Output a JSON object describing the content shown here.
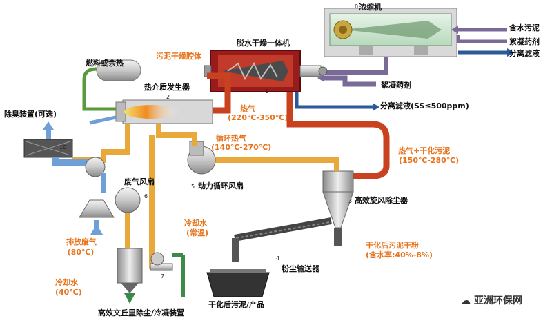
{
  "title": "脱水干燥一体机",
  "labels": {
    "concentrator": "浓缩机",
    "concentrator_num": "0",
    "wet_sludge": "含水污泥",
    "flocculant_top": "絮凝药剂",
    "filtrate_top": "分离滤液",
    "flocculant_mid": "絮凝药剂",
    "filtrate_mid": "分离滤液(SS≤500ppm)",
    "sludge_chamber": "污泥干燥腔体",
    "fuel": "燃料或余热",
    "heat_generator": "热介质发生器",
    "hot_gas": "热气",
    "hot_gas_temp": "(220℃-350℃)",
    "deodorizer": "除臭装置(可选)",
    "circ_gas": "循环热气",
    "circ_gas_temp": "(140℃-270℃)",
    "hot_gas_sludge": "热气+干化污泥",
    "hot_gas_sludge_temp": "(150℃-280℃)",
    "exhaust_fan": "废气风扇",
    "circ_fan": "动力循环风扇",
    "cyclone": "高效旋风除尘器",
    "exhaust_gas": "排放废气",
    "exhaust_temp": "(80℃)",
    "cooling_water_top": "冷却水",
    "cooling_water_top_note": "(常温)",
    "dried_powder": "干化后污泥干粉",
    "moisture": "(含水率:40%-8%)",
    "conveyor": "粉尘输送器",
    "cooling_water_bottom": "冷却水",
    "cooling_water_bottom_temp": "(40℃)",
    "venturi": "高效文丘里除尘/冷凝装置",
    "product": "干化后污泥/产品",
    "watermark": "亚洲环保网"
  },
  "numbers": {
    "n1": "1",
    "n2": "2",
    "n3": "3",
    "n4": "4",
    "n5": "5",
    "n6": "6",
    "n7": "7",
    "n10": "10"
  },
  "colors": {
    "hot_pipe": "#c8421f",
    "warm_pipe": "#e8a93a",
    "cool_pipe": "#6e9fd6",
    "green_pipe": "#3c8a4a",
    "purple_pipe": "#7a6a98",
    "text_orange": "#e8741c"
  }
}
